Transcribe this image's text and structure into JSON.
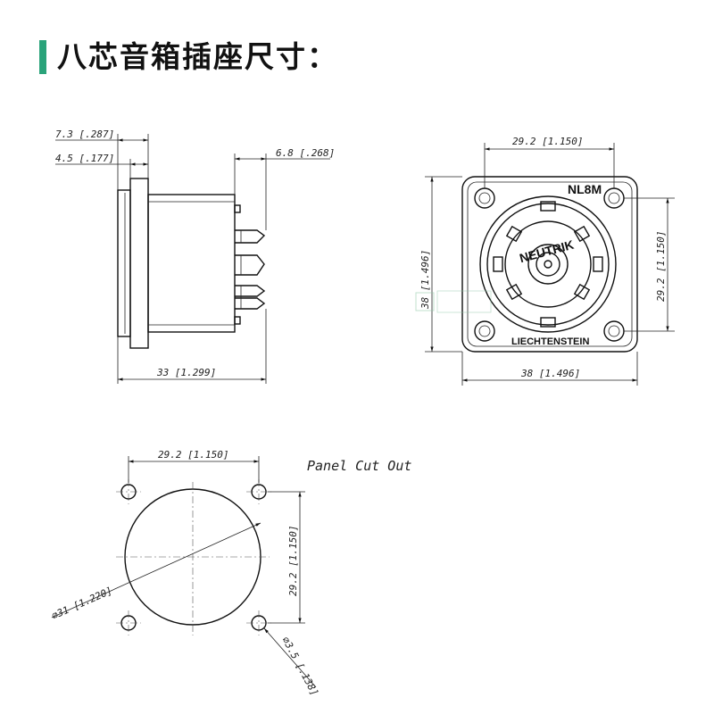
{
  "title": "八芯音箱插座尺寸：",
  "colors": {
    "accent": "#2aa37a",
    "line": "#111111"
  },
  "side_view": {
    "dim_top_1": "7.3 [.287]",
    "dim_top_2": "4.5 [.177]",
    "dim_right": "6.8 [.268]",
    "dim_bottom": "33 [1.299]"
  },
  "front_view": {
    "dim_top": "29.2 [1.150]",
    "dim_left": "38 [1.496]",
    "dim_right": "29.2 [1.150]",
    "dim_bottom": "38 [1.496]",
    "model_label": "NL8M",
    "maker_label": "NEUTRIK",
    "country_label": "LIECHTENSTEIN"
  },
  "panel_cutout": {
    "title": "Panel Cut Out",
    "dim_top": "29.2 [1.150]",
    "dim_right": "29.2 [1.150]",
    "dim_diameter": "⌀31 [1.220]",
    "dim_hole": "⌀3.5 [.138]"
  }
}
